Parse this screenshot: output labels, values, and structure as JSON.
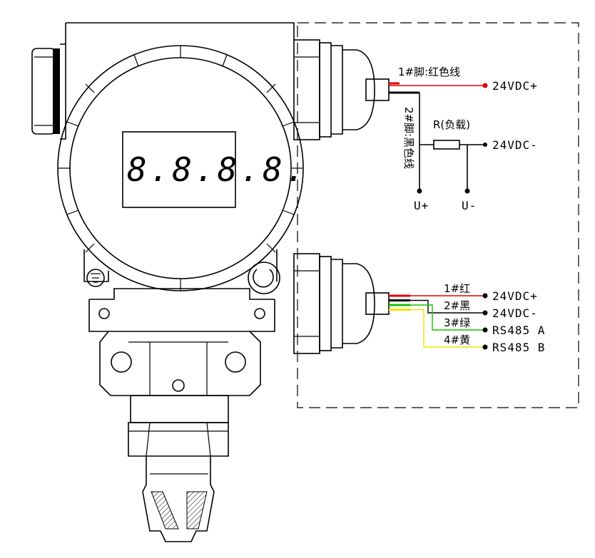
{
  "display": {
    "digits": "8.8.8.8."
  },
  "analog": {
    "pin1_label": "1#脚:红色线",
    "pin2_label": "2#脚:黑色线",
    "load_label": "R(负载)",
    "term_pos": "24VDC+",
    "term_neg": "24VDC-",
    "u_plus": "U+",
    "u_minus": "U-"
  },
  "rs485": {
    "wires": [
      {
        "label": "1#红",
        "terminal": "24VDC+",
        "color": "#e00000"
      },
      {
        "label": "2#黑",
        "terminal": "24VDC-",
        "color": "#000000"
      },
      {
        "label": "3#绿",
        "terminal": "RS485 A",
        "color": "#19c000"
      },
      {
        "label": "4#黄",
        "terminal": "RS485 B",
        "color": "#f0e000"
      }
    ]
  },
  "colors": {
    "red": "#e00000",
    "green": "#19c000",
    "yellow": "#f0e000",
    "black": "#000000"
  }
}
